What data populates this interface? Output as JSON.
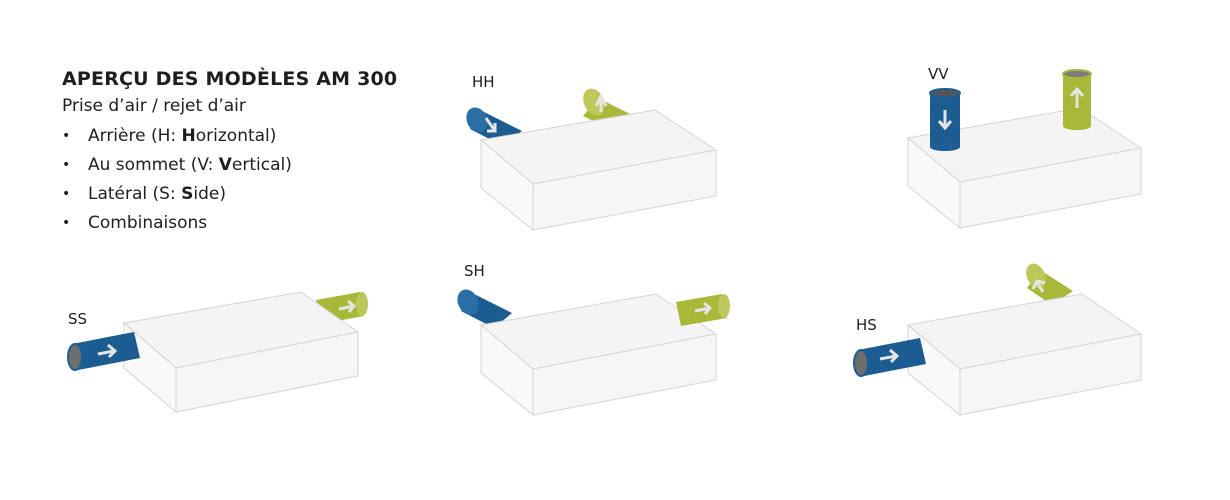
{
  "title": "APERÇU DES MODÈLES AM 300",
  "subtitle": "Prise d’air / rejet d’air",
  "bullets": [
    {
      "pre": "Arrière (H: ",
      "bold": "H",
      "post": "orizontal)"
    },
    {
      "pre": "Au sommet (V: ",
      "bold": "V",
      "post": "ertical)"
    },
    {
      "pre": "Latéral (S: ",
      "bold": "S",
      "post": "ide)"
    },
    {
      "pre": "Combinaisons",
      "bold": "",
      "post": ""
    }
  ],
  "models": {
    "hh": "HH",
    "vv": "VV",
    "ss": "SS",
    "sh": "SH",
    "hs": "HS"
  },
  "colors": {
    "intake": "#1d5f95",
    "exhaust": "#a8b838",
    "box_top": "#f4f4f4",
    "box_front": "#f7f7f7",
    "box_side": "#fbfbfb",
    "arrow": "#d9d9d9"
  }
}
